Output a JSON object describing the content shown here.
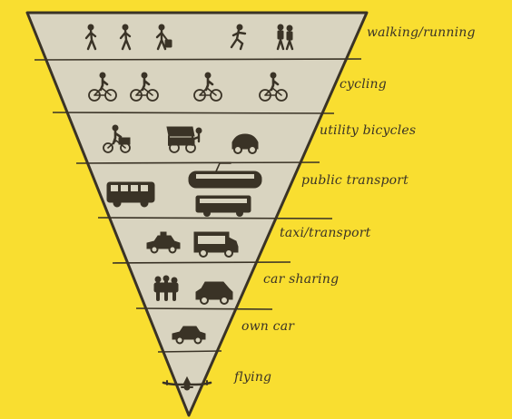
{
  "diagram": {
    "background": "#f9de30",
    "ink": "#3a3326",
    "triangle_fill": "#d9d4c0",
    "tiers": [
      {
        "label": "walking/running",
        "icons": [
          "walking-person-icon",
          "walking-person-icon",
          "person-with-luggage-icon",
          "running-person-icon",
          "couple-walking-icon"
        ]
      },
      {
        "label": "cycling",
        "icons": [
          "cyclist-icon",
          "cyclist-icon",
          "cyclist-icon",
          "cyclist-icon"
        ]
      },
      {
        "label": "utility bicycles",
        "icons": [
          "cargo-bike-icon",
          "rickshaw-icon",
          "small-car-icon"
        ]
      },
      {
        "label": "public transport",
        "icons": [
          "bus-icon",
          "tram-icon",
          "coach-icon"
        ]
      },
      {
        "label": "taxi/transport",
        "icons": [
          "taxi-icon",
          "van-icon"
        ]
      },
      {
        "label": "car sharing",
        "icons": [
          "group-of-people-icon",
          "shared-car-icon"
        ]
      },
      {
        "label": "own car",
        "icons": [
          "car-icon"
        ]
      },
      {
        "label": "flying",
        "icons": [
          "airplane-icon"
        ]
      }
    ]
  }
}
